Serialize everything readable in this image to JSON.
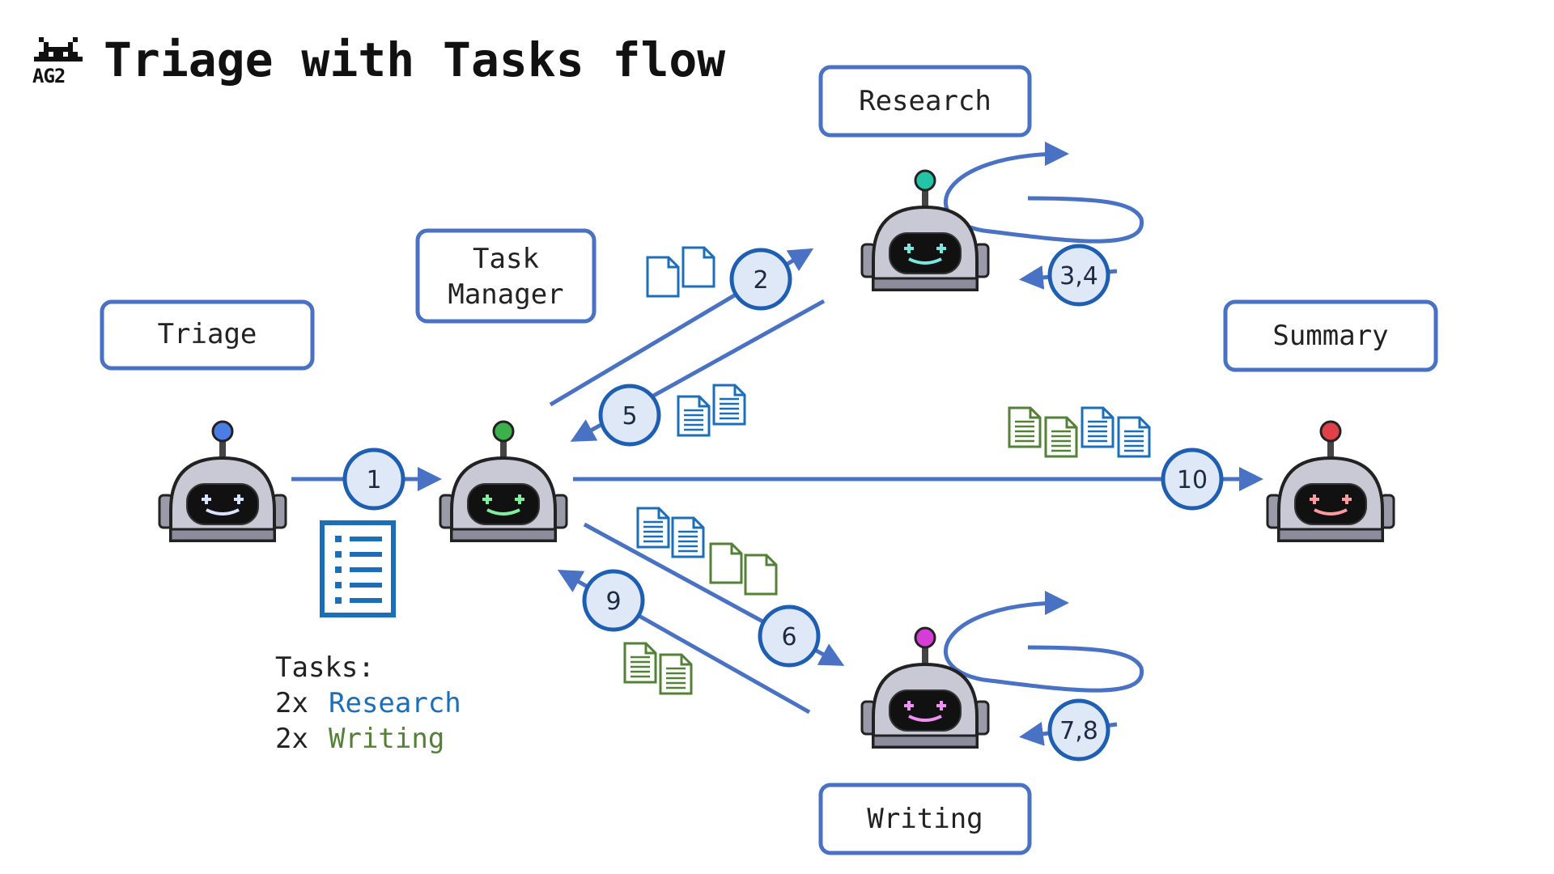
{
  "header": {
    "title": "Triage with Tasks flow",
    "logo_text": "AG2",
    "logo_icon": "alien-logo-icon"
  },
  "colors": {
    "flow": "#4a72c4",
    "badge_fill": "#dfe8f7",
    "badge_stroke": "#1e5fb4",
    "research_doc": "#1b6fb9",
    "writing_doc": "#538135",
    "tasklist": "#1b6fb9"
  },
  "agents": {
    "triage": {
      "label": "Triage",
      "antenna": "#4a7de6",
      "accent": "#d9e2ff"
    },
    "manager": {
      "label": "Task\nManager",
      "antenna": "#3cb04a",
      "accent": "#7df0a0"
    },
    "research": {
      "label": "Research",
      "antenna": "#22c6a6",
      "accent": "#7be8e0"
    },
    "summary": {
      "label": "Summary",
      "antenna": "#e0404a",
      "accent": "#ff9aa0"
    },
    "writing": {
      "label": "Writing",
      "antenna": "#d63dd6",
      "accent": "#f090f0"
    }
  },
  "steps": [
    "1",
    "2",
    "3,4",
    "5",
    "6",
    "7,8",
    "9",
    "10"
  ],
  "tasks": {
    "heading": "Tasks:",
    "research_count": "2x",
    "research_label": "Research",
    "writing_count": "2x",
    "writing_label": "Writing"
  }
}
